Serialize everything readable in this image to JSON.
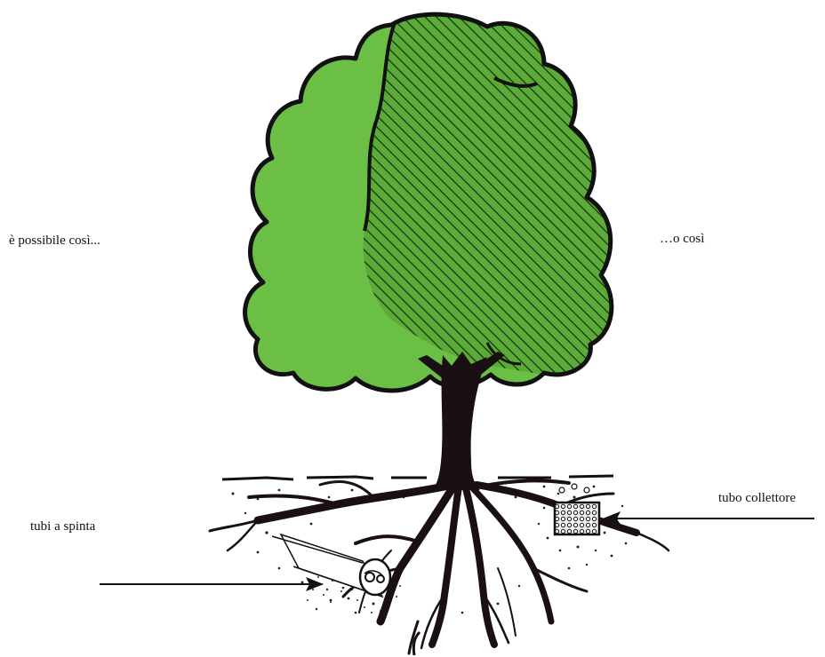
{
  "labels": {
    "left_option": "è possibile così...",
    "right_option": "…o così",
    "push_pipes": "tubi a spinta",
    "collector_pipe": "tubo collettore"
  },
  "colors": {
    "canopy": "#6abf44",
    "canopy_shadow": "#5aab38",
    "outline": "#111111",
    "trunk": "#1a1013",
    "soil": "#222222",
    "background": "#ffffff"
  },
  "icons": {
    "tree": "tree-illustration",
    "push_pipe": "buried-pipe-cross-section",
    "collector": "collector-pipe-grid"
  }
}
